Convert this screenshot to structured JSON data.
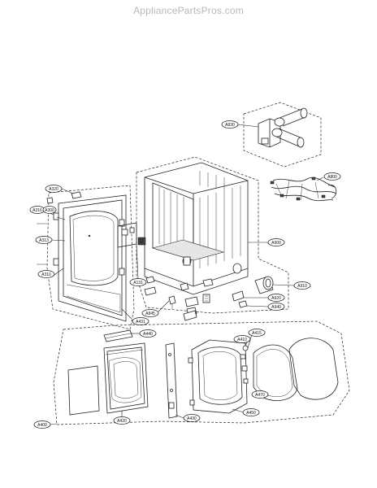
{
  "watermark": "AppliancePartsPros.com",
  "callouts": {
    "A830": "A830",
    "A800": "A800",
    "A320": "A320",
    "A316": "A316",
    "A300": "A300",
    "A313": "A313",
    "A310": "A310",
    "A131": "A131",
    "A900": "A900",
    "A910": "A910",
    "A920": "A920",
    "A940": "A940",
    "A845": "A845",
    "A431": "A431",
    "A440": "A440",
    "A410": "A410",
    "A415": "A415",
    "A470": "A470",
    "A400": "A400",
    "A420": "A420",
    "A430": "A430",
    "A450": "A450"
  }
}
